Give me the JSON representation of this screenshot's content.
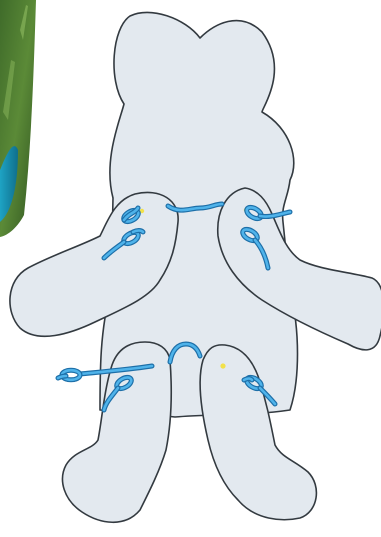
{
  "scene": {
    "background": "#ffffff",
    "body_color": "#e3e9ef",
    "outline_color": "#333a40",
    "lace_color": "#4fb3ea",
    "lace_edge_color": "#1d6fa8",
    "hole_color": "#f2e14a",
    "parts": [
      "head-torso",
      "left-arm",
      "right-arm",
      "left-leg",
      "right-leg"
    ],
    "corner_image": "grass-and-tool"
  }
}
